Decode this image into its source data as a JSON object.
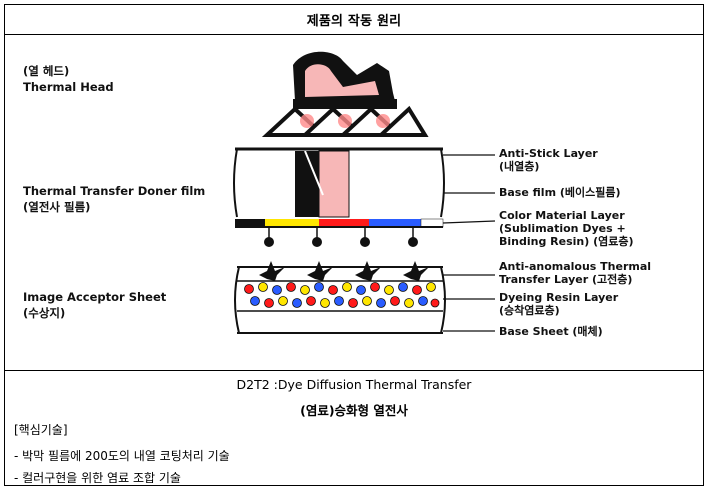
{
  "header": {
    "title": "제품의 작동 원리"
  },
  "diagram": {
    "left_labels": {
      "thermal_head_ko": "(열 헤드)",
      "thermal_head_en": "Thermal Head",
      "donor_film_en": "Thermal Transfer Doner film",
      "donor_film_ko": "(열전사 필름)",
      "acceptor_en": "Image Acceptor Sheet",
      "acceptor_ko": "(수상지)"
    },
    "right_labels": {
      "anti_stick_en": "Anti-Stick Layer",
      "anti_stick_ko": "(내열층)",
      "base_film": "Base film (베이스필름)",
      "color_material_1": "Color Material Layer",
      "color_material_2": "(Sublimation Dyes +",
      "color_material_3": "Binding Resin) (염료층)",
      "anti_anomalous_1": "Anti-anomalous Thermal",
      "anti_anomalous_2": "Transfer Layer (고전층)",
      "dyeing_resin_1": "Dyeing Resin Layer",
      "dyeing_resin_2": "(승착염료층)",
      "base_sheet": "Base Sheet (매체)"
    },
    "colors": {
      "head_pink": "#f7b7b7",
      "yellow": "#ffe600",
      "red": "#ff1a1a",
      "blue": "#2a5cff",
      "pale_pink": "#ffd6d6"
    }
  },
  "caption": {
    "title_en": "D2T2 :Dye Diffusion Thermal Transfer",
    "title_ko": "(염료)승화형 열전사",
    "core_heading": "[핵심기술]",
    "bullets": [
      "- 박막 필름에 200도의 내열 코팅처리 기술",
      "- 컬러구현을 위한 염료 조합 기술"
    ]
  }
}
